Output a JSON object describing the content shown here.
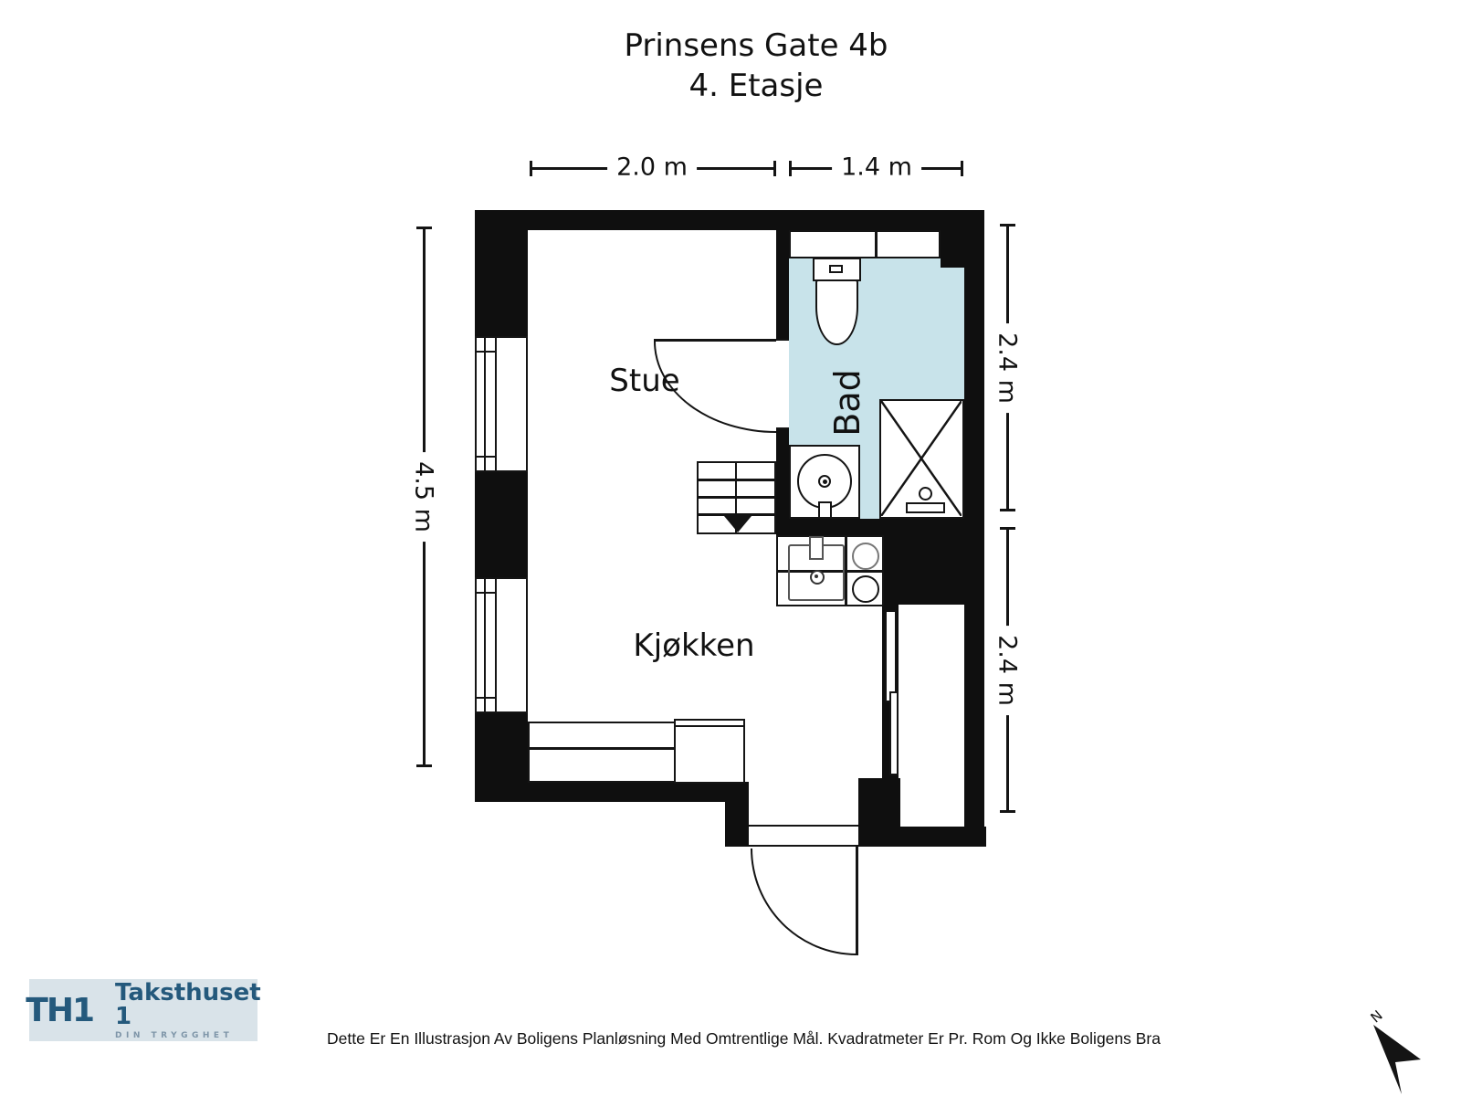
{
  "title": {
    "address": "Prinsens Gate 4b",
    "floor": "4. Etasje"
  },
  "dimensions": {
    "top_left_width": "2.0 m",
    "top_right_width": "1.4 m",
    "left_height": "4.5 m",
    "right_upper_height": "2.4 m",
    "right_lower_height": "2.4 m"
  },
  "rooms": {
    "living": "Stue",
    "bath": "Bad",
    "kitchen": "Kjøkken"
  },
  "compass": {
    "north": "N"
  },
  "branding": {
    "monogram": "TH1",
    "company": "Taksthuset 1",
    "tagline": "DIN TRYGGHET"
  },
  "footer": {
    "disclaimer": "Dette Er En Illustrasjon Av Boligens Planløsning Med Omtrentlige Mål. Kvadratmeter Er Pr. Rom Og Ikke Boligens Bra"
  },
  "colors": {
    "wall": "#0f0f0f",
    "bathroom_fill": "#c8e3ea",
    "logo_background": "#d9e3e9",
    "logo_blue": "#24597c",
    "logo_tagline": "#7e95a8"
  }
}
